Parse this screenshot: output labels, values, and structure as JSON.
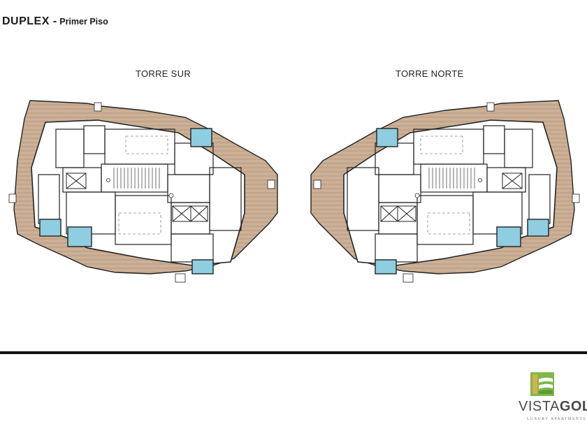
{
  "header": {
    "title": "DUPLEX",
    "separator": "-",
    "subtitle": "Primer Piso"
  },
  "towers": {
    "south": {
      "label": "TORRE SUR"
    },
    "north": {
      "label": "TORRE NORTE"
    }
  },
  "brand": {
    "name_part1": "VISTA",
    "name_part2": "GOLF",
    "tagline": "LUXURY APARTMENTS"
  },
  "colors": {
    "deck": "#c9ad93",
    "pool": "#8fcde0",
    "walls": "#222222",
    "logo_green": "#7fb84a",
    "logo_gold": "#d8b04a"
  }
}
